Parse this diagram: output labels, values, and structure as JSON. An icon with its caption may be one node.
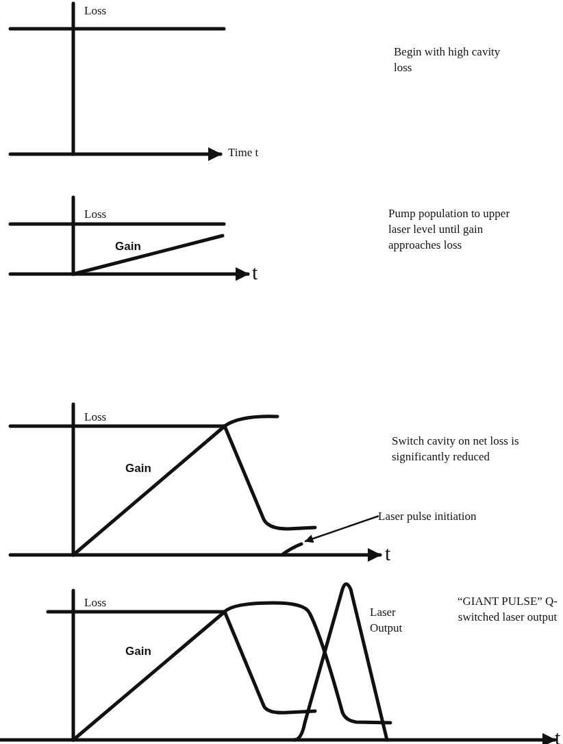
{
  "diagram": {
    "nodes": [
      {
        "text": [
          "Laser pulse initiation"
        ]
      },
      {
        "text": [],
        "shape": "curve"
      }
    ],
    "edges": [
      {
        "from": 0,
        "to": 1,
        "arrow": "to"
      }
    ],
    "labels": [
      "Loss",
      "Begin with high cavity loss",
      "Time t",
      "Loss",
      "Gain",
      "Pump population to upper laser level until gain approaches loss",
      "t",
      "Loss",
      "Switch cavity on net loss is significantly reduced",
      "Gain",
      "t",
      "Loss",
      "Laser Output",
      "Gain",
      "“GIANT PULSE” Q-switched laser output",
      "t"
    ]
  }
}
